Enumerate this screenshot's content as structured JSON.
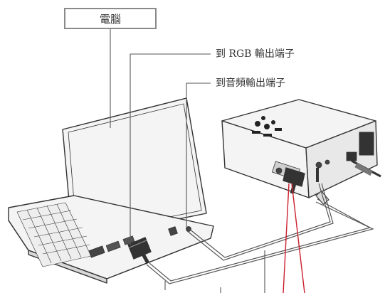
{
  "labels": {
    "computer": "電腦",
    "rgb_output": "到 RGB 輸出端子",
    "audio_output": "到音頻輸出端子"
  },
  "colors": {
    "line": "#555555",
    "outline": "#333333",
    "body_fill": "#f4f4f4",
    "shade": "#d8d8d8",
    "accent": "#cc1f2e",
    "box_border": "#8a8a8a"
  }
}
